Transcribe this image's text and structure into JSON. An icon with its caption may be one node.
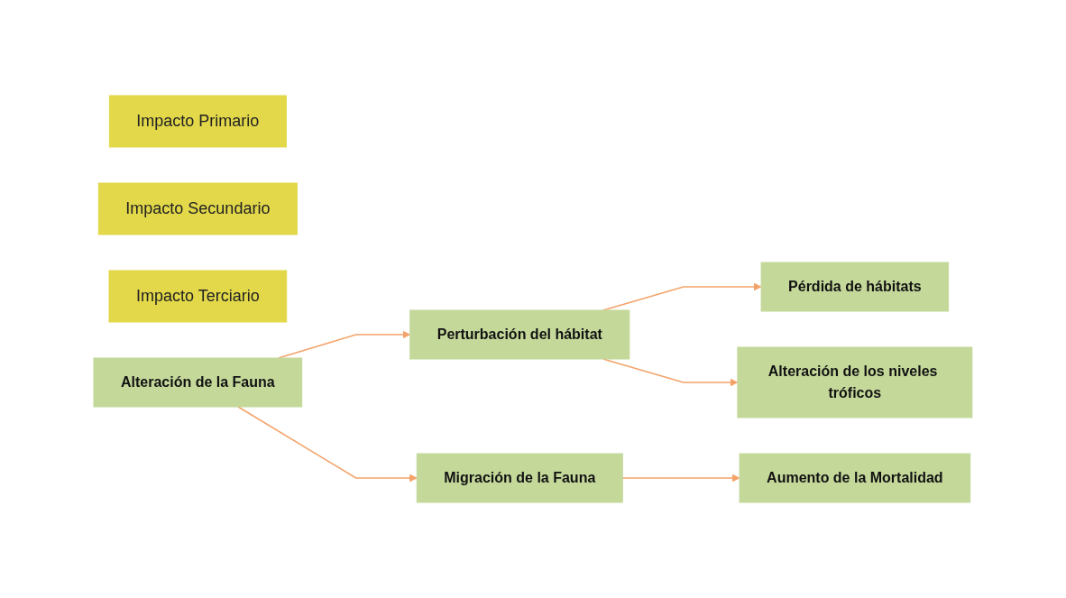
{
  "diagram": {
    "nodes": [
      {
        "text": [
          "Impacto Primario"
        ]
      },
      {
        "text": [
          "Impacto Secundario"
        ]
      },
      {
        "text": [
          "Impacto Terciario"
        ]
      },
      {
        "text": [
          "Alteración de la Fauna"
        ]
      },
      {
        "text": [
          "Perturbación del hábitat"
        ]
      },
      {
        "text": [
          "Pérdida de hábitats"
        ]
      },
      {
        "text": [
          "Alteración de los niveles tróficos"
        ]
      },
      {
        "text": [
          "Migración de la Fauna"
        ]
      },
      {
        "text": [
          "Aumento de la Mortalidad"
        ]
      }
    ],
    "edges": [
      {
        "from": 3,
        "to": 4,
        "arrow": "to"
      },
      {
        "from": 3,
        "to": 7,
        "arrow": "to"
      },
      {
        "from": 4,
        "to": 5,
        "arrow": "to"
      },
      {
        "from": 4,
        "to": 6,
        "arrow": "to"
      },
      {
        "from": 7,
        "to": 8,
        "arrow": "to"
      }
    ]
  }
}
